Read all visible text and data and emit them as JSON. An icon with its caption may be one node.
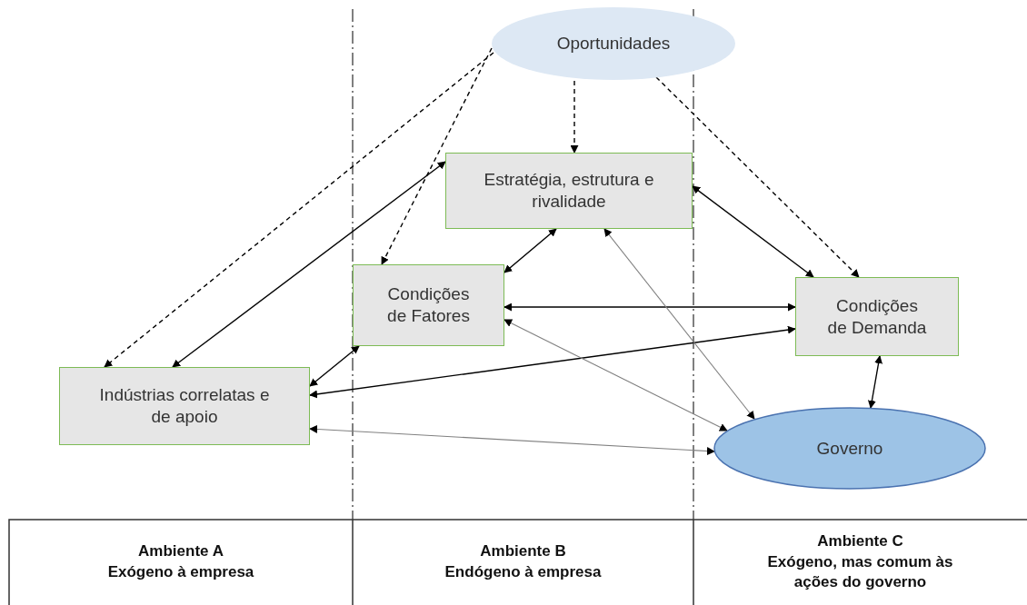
{
  "diagram": {
    "nodes": [
      {
        "text": [
          "Oportunidades"
        ]
      },
      {
        "text": [
          "Estratégia, estrutura e rivalidade"
        ]
      },
      {
        "text": [
          "Condições de Fatores"
        ]
      },
      {
        "text": [
          "Condições de Demanda"
        ]
      },
      {
        "text": [
          "Indústrias correlatas e de apoio"
        ]
      },
      {
        "text": [
          "Governo"
        ]
      }
    ],
    "edges": [
      {
        "from": 0,
        "to": 4,
        "arrow": "to",
        "style": "dashed"
      },
      {
        "from": 0,
        "to": 2,
        "arrow": "to",
        "style": "dashed"
      },
      {
        "from": 0,
        "to": 1,
        "arrow": "to",
        "style": "dashed"
      },
      {
        "from": 0,
        "to": 3,
        "arrow": "to",
        "style": "dashed"
      },
      {
        "from": 4,
        "to": 1,
        "arrow": "both"
      },
      {
        "from": 2,
        "to": 1,
        "arrow": "both"
      },
      {
        "from": 1,
        "to": 3,
        "arrow": "both"
      },
      {
        "from": 2,
        "to": 3,
        "arrow": "both"
      },
      {
        "from": 3,
        "to": 4,
        "arrow": "both"
      },
      {
        "from": 2,
        "to": 4,
        "arrow": "both"
      },
      {
        "from": 2,
        "to": 5,
        "arrow": "both",
        "color": "#808080"
      },
      {
        "from": 1,
        "to": 5,
        "arrow": "both",
        "color": "#808080"
      },
      {
        "from": 4,
        "to": 5,
        "arrow": "both",
        "color": "#808080"
      },
      {
        "from": 3,
        "to": 5,
        "arrow": "both"
      }
    ],
    "labels": [
      "Ambiente A",
      "Exógeno à empresa",
      "Ambiente B",
      "Endógeno à empresa",
      "Ambiente C",
      "Exógeno, mas comum às ações do governo"
    ]
  }
}
